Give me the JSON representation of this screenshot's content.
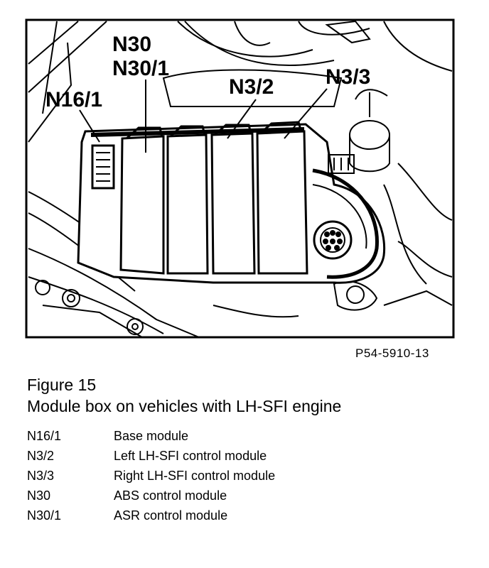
{
  "figure": {
    "code": "P54-5910-13",
    "title": "Figure 15",
    "caption": "Module box on vehicles with LH-SFI engine"
  },
  "callouts": {
    "n30": "N30",
    "n30_1": "N30/1",
    "n16_1": "N16/1",
    "n3_2": "N3/2",
    "n3_3": "N3/3"
  },
  "legend": [
    {
      "code": "N16/1",
      "label": "Base module"
    },
    {
      "code": "N3/2",
      "label": "Left LH-SFI control module"
    },
    {
      "code": "N3/3",
      "label": "Right LH-SFI control module"
    },
    {
      "code": "N30",
      "label": "ABS control module"
    },
    {
      "code": "N30/1",
      "label": "ASR control module"
    }
  ]
}
